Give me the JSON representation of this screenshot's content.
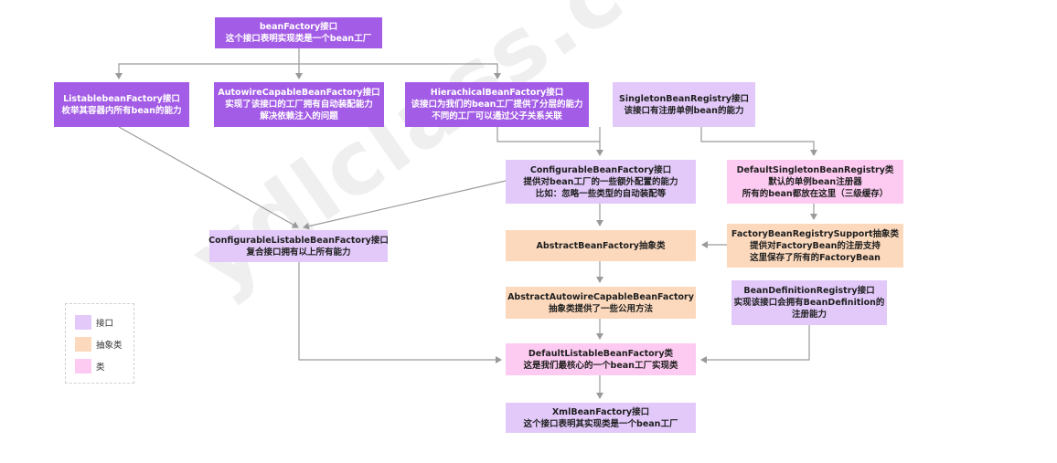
{
  "watermark": "ydlclass.com",
  "colors": {
    "interface": "#e2c9f9",
    "abstract": "#fcd9bd",
    "class": "#fdcbf1",
    "root": "#a35ce6",
    "connector": "#9a9a9a"
  },
  "nodes": {
    "bean_factory": {
      "title": "beanFactory接口",
      "desc": [
        "这个接口表明实现类是一个bean工厂"
      ]
    },
    "listable": {
      "title": "ListablebeanFactory接口",
      "desc": [
        "枚举其容器内所有bean的能力"
      ]
    },
    "autowire_capable": {
      "title": "AutowireCapableBeanFactory接口",
      "desc": [
        "实现了该接口的工厂拥有自动装配能力",
        "解决依赖注入的问题"
      ]
    },
    "hierarchical": {
      "title": "HierachicalBeanFactory接口",
      "desc": [
        "该接口为我们的bean工厂提供了分层的能力",
        "不同的工厂可以通过父子关系关联"
      ]
    },
    "singleton_registry": {
      "title": "SingletonBeanRegistry接口",
      "desc": [
        "该接口有注册单例bean的能力"
      ]
    },
    "configurable": {
      "title": "ConfigurableBeanFactory接口",
      "desc": [
        "提供对bean工厂的一些额外配置的能力",
        "比如：忽略一些类型的自动装配等"
      ]
    },
    "default_singleton": {
      "title": "DefaultSingletonBeanRegistry类",
      "desc": [
        "默认的单例bean注册器",
        "所有的bean都放在这里（三级缓存）"
      ]
    },
    "configurable_listable": {
      "title": "ConfigurableListableBeanFactory接口",
      "desc": [
        "复合接口拥有以上所有能力"
      ]
    },
    "abstract_bean_factory": {
      "title": "AbstractBeanFactory抽象类",
      "desc": []
    },
    "factory_bean_registry_support": {
      "title": "FactoryBeanRegistrySupport抽象类",
      "desc": [
        "提供对FactoryBean的注册支持",
        "这里保存了所有的FactoryBean"
      ]
    },
    "abstract_autowire": {
      "title": "AbstractAutowireCapableBeanFactory",
      "desc": [
        "抽象类提供了一些公用方法"
      ]
    },
    "bean_definition_registry": {
      "title": "BeanDefinitionRegistry接口",
      "desc": [
        "实现该接口会拥有BeanDefinition的",
        "注册能力"
      ]
    },
    "default_listable": {
      "title": "DefaultListableBeanFactory类",
      "desc": [
        "这是我们最核心的一个bean工厂实现类"
      ]
    },
    "xml_bean_factory": {
      "title": "XmlBeanFactory接口",
      "desc": [
        "这个接口表明其实现类是一个bean工厂"
      ]
    }
  },
  "legend": [
    {
      "label": "接口",
      "color": "#e2c9f9"
    },
    {
      "label": "抽象类",
      "color": "#fcd9bd"
    },
    {
      "label": "类",
      "color": "#fdcbf1"
    }
  ]
}
